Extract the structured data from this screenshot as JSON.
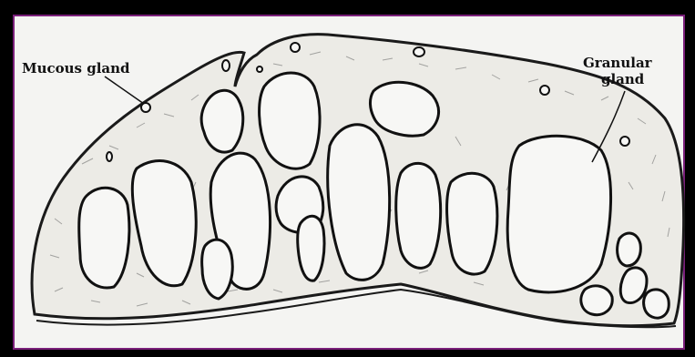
{
  "labels": {
    "mucous_gland": "Mucous gland",
    "granular_gland_line1": "Granular",
    "granular_gland_line2": "gland"
  },
  "colors": {
    "frame": "#000000",
    "border": "#7a1f7a",
    "paper": "#f4f4f2",
    "ink": "#111111"
  }
}
